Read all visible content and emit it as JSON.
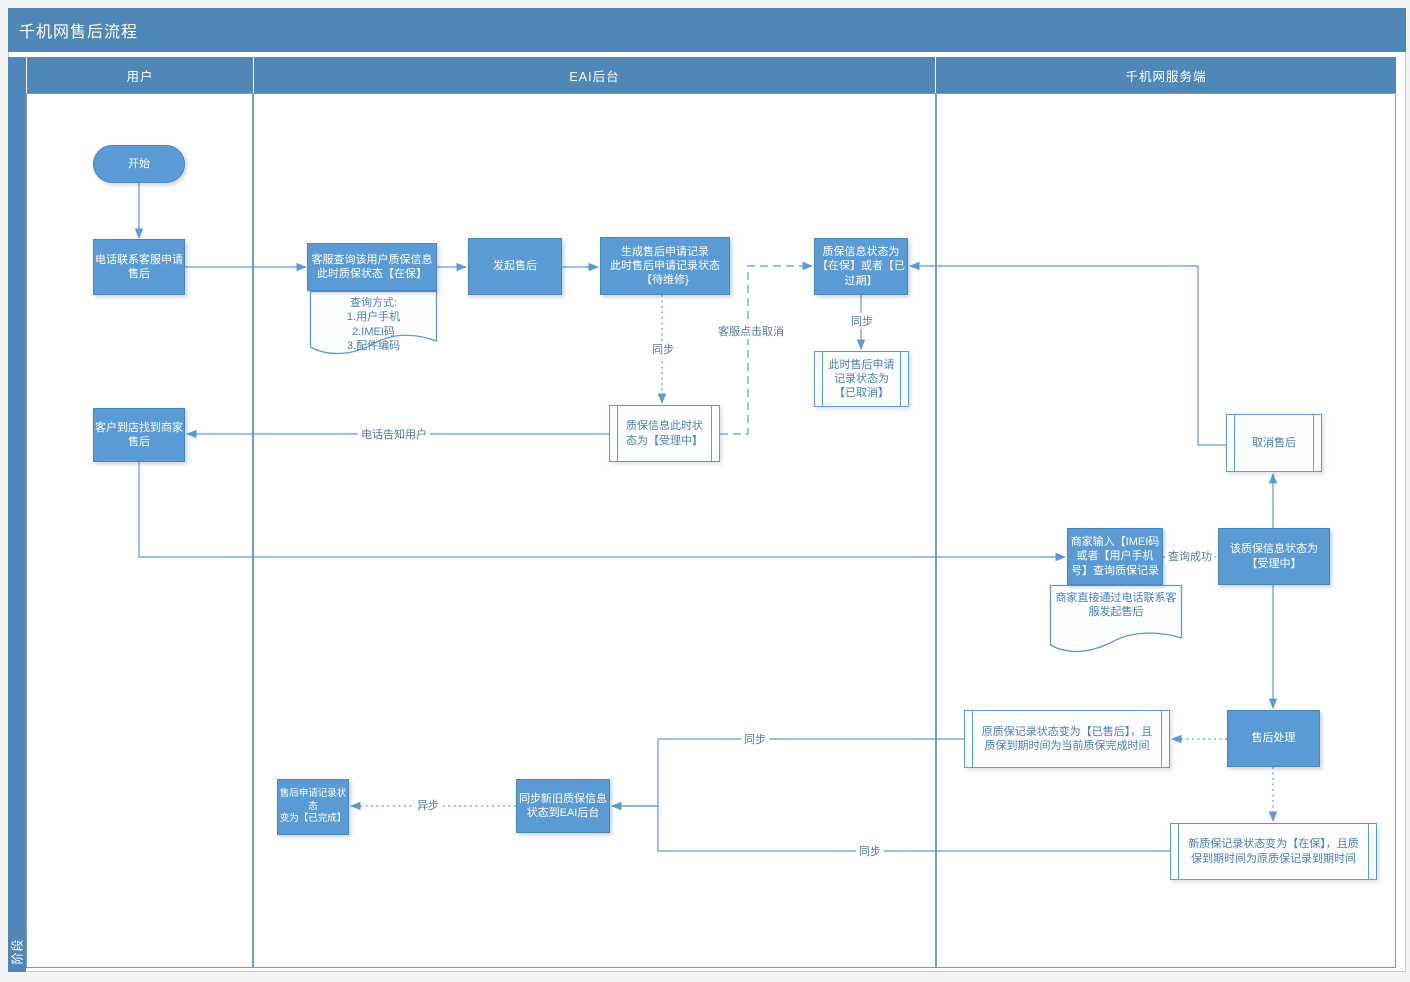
{
  "title": "千机网售后流程",
  "phase": "阶段",
  "lanes": {
    "user": "用户",
    "eai": "EAI后台",
    "server": "千机网服务端"
  },
  "nodes": {
    "start": "开始",
    "call_service": "电话联系客服申请\n售后",
    "query_warranty": "客服查询该用户质保信息\n此时质保状态【在保】",
    "query_methods": "查询方式:\n1.用户手机\n2.IMEI码\n3.配件编码",
    "initiate": "发起售后",
    "create_record": "生成售后申请记录\n此时售后申请记录状态\n【待维修}",
    "warranty_status": "质保信息状态为\n【在保】或者【已\n过期】",
    "record_cancelled": "此时售后申请\n记录状态为\n【已取消】",
    "warranty_accepting": "质保信息此时状\n态为【受理中】",
    "visit_store": "客户到店找到商家\n售后",
    "cancel_service": "取消售后",
    "merchant_input": "商家输入【IMEI码\n或者【用户手机\n号】查询质保记录",
    "merchant_doc": "商家直接通过电话联系客\n服发起售后",
    "info_accepting": "该质保信息状态为\n【受理中】",
    "handle": "售后处理",
    "orig_record": "原质保记录状态变为【已售后】，且\n质保到期时间为当前质保完成时间",
    "new_record": "新质保记录状态变为【在保】，且质\n保到期时间为原质保记录到期时间",
    "sync_to_eai": "同步新旧质保信息\n状态到EAI后台",
    "record_done": "售后申请记录状态\n变为【已完成】"
  },
  "edge_labels": {
    "sync1": "同步",
    "sync2": "同步",
    "sync3": "同步",
    "sync4": "同步",
    "async": "异步",
    "phone_notify": "电话告知用户",
    "service_cancel": "客服点击取消",
    "query_success": "查询成功"
  },
  "colors": {
    "header_blue": "#4e87b8",
    "shape_fill": "#5b9bd5",
    "shape_border": "#4a86bc",
    "line_blue": "#5b9bd5",
    "white_shape_text": "#4a7ebc"
  }
}
